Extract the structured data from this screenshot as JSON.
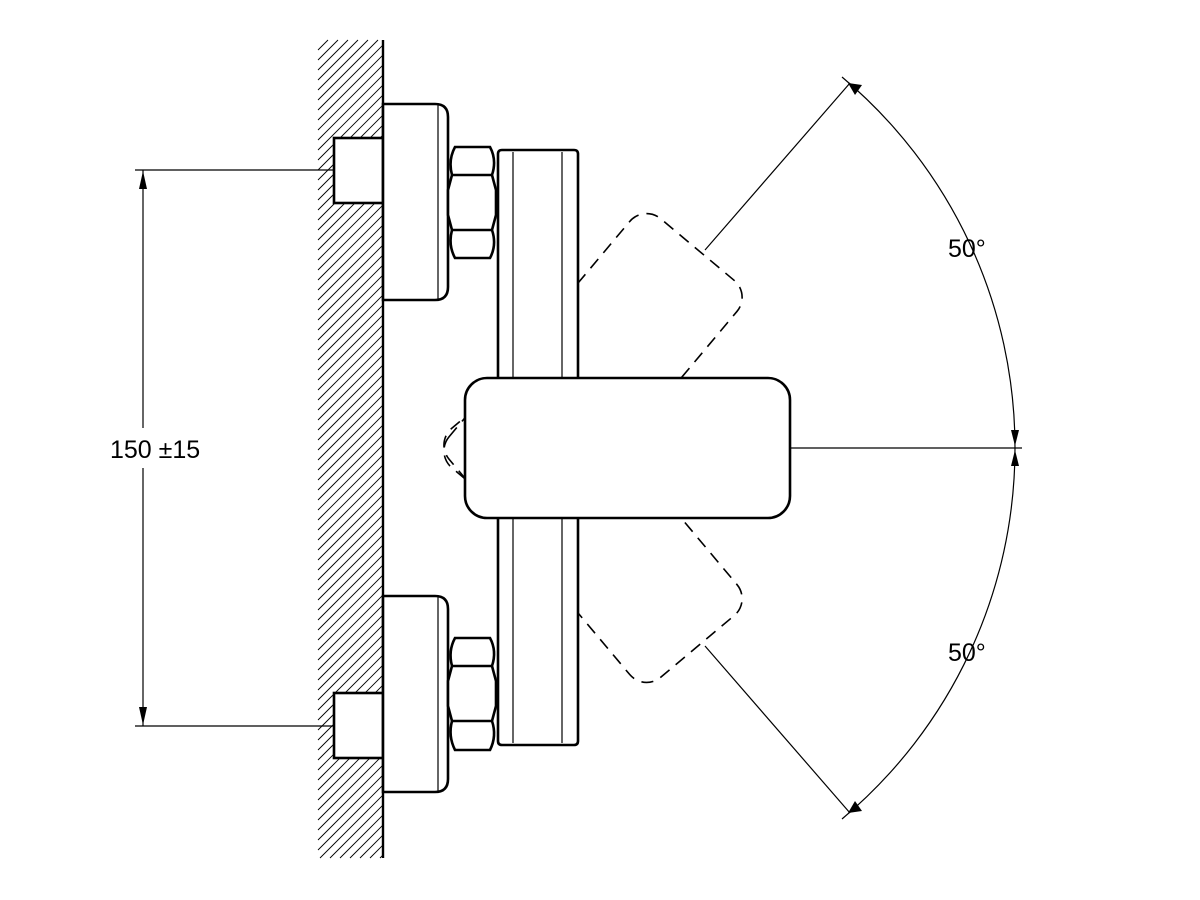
{
  "drawing": {
    "mount_spacing_label": "150 ±15",
    "upper_angle_label": "50°",
    "lower_angle_label": "50°"
  },
  "rotation_degrees": {
    "up": 50,
    "down": 50
  },
  "colors": {
    "line": "#000000",
    "background": "#ffffff"
  }
}
